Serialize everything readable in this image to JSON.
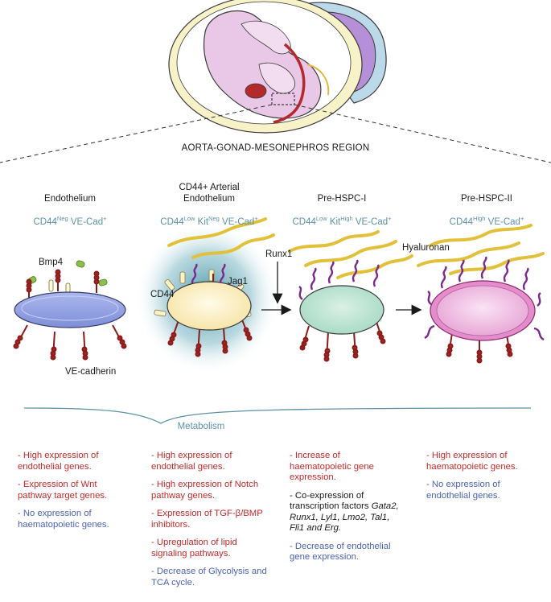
{
  "header": {
    "region": "AORTA-GONAD-MESONEPHROS REGION"
  },
  "stages": [
    {
      "title_lines": [
        "Endothelium"
      ],
      "marker": [
        {
          "t": "CD44"
        },
        {
          "t": "Neg",
          "sup": true
        },
        {
          "t": " VE-Cad"
        },
        {
          "t": "+",
          "sup": true
        }
      ]
    },
    {
      "title_lines": [
        "CD44+ Arterial",
        "Endothelium"
      ],
      "marker": [
        {
          "t": "CD44"
        },
        {
          "t": "Low",
          "sup": true
        },
        {
          "t": " Kit"
        },
        {
          "t": "Neg",
          "sup": true
        },
        {
          "t": " VE-Cad"
        },
        {
          "t": "+",
          "sup": true
        }
      ]
    },
    {
      "title_lines": [
        "Pre-HSPC-I"
      ],
      "marker": [
        {
          "t": "CD44"
        },
        {
          "t": "Low",
          "sup": true
        },
        {
          "t": " Kit"
        },
        {
          "t": "High",
          "sup": true
        },
        {
          "t": " VE-Cad"
        },
        {
          "t": "+",
          "sup": true
        }
      ]
    },
    {
      "title_lines": [
        "Pre-HSPC-II"
      ],
      "marker": [
        {
          "t": "CD44"
        },
        {
          "t": "High",
          "sup": true
        },
        {
          "t": " VE-Cad"
        },
        {
          "t": "+",
          "sup": true
        }
      ]
    }
  ],
  "labels": {
    "bmp4": "Bmp4",
    "ve_cadherin": "VE-cadherin",
    "cd44": "CD44",
    "jag1": "Jag1",
    "runx1": "Runx1",
    "hyaluronan": "Hyaluronan",
    "metabolism": "Metabolism"
  },
  "notes": [
    [
      {
        "color": "red",
        "runs": [
          {
            "t": "- High expression of endothelial genes."
          }
        ]
      },
      {
        "color": "red",
        "runs": [
          {
            "t": "- Expression of Wnt pathway target genes."
          }
        ]
      },
      {
        "color": "blue",
        "runs": [
          {
            "t": "- No expression of haematopoietic genes."
          }
        ]
      }
    ],
    [
      {
        "color": "red",
        "runs": [
          {
            "t": "- High expression of endothelial genes."
          }
        ]
      },
      {
        "color": "red",
        "runs": [
          {
            "t": "- High expression of Notch pathway genes."
          }
        ]
      },
      {
        "color": "red",
        "runs": [
          {
            "t": "- Expression of TGF-β/BMP inhibitors."
          }
        ]
      },
      {
        "color": "red",
        "runs": [
          {
            "t": "- Upregulation of lipid signaling pathways."
          }
        ]
      },
      {
        "color": "blue",
        "runs": [
          {
            "t": "- Decrease of Glycolysis and TCA cycle."
          }
        ]
      }
    ],
    [
      {
        "color": "red",
        "runs": [
          {
            "t": "- Increase of haematopoietic gene expression."
          }
        ]
      },
      {
        "color": "blk",
        "runs": [
          {
            "t": "- Co-expression of transcription factors "
          },
          {
            "t": "Gata2, Runx1, Lyl1, Lmo2, Tal1, Fli1 and Erg.",
            "i": true
          }
        ]
      },
      {
        "color": "blue",
        "runs": [
          {
            "t": "- Decrease of endothelial gene expression."
          }
        ]
      }
    ],
    [
      {
        "color": "red",
        "runs": [
          {
            "t": "- High expression of haematopoietic genes."
          }
        ]
      },
      {
        "color": "blue",
        "runs": [
          {
            "t": "- No expression of endothelial genes."
          }
        ]
      }
    ]
  ],
  "colors": {
    "accent_teal": "#5b93a6",
    "positive_text": "#c62a2a",
    "negative_text": "#4a63b5",
    "receptor": "#8a1c1c",
    "cd44_protein": "#7b2a8c",
    "hyaluronan": "#e2c13a",
    "bmp4": "#8cc04a"
  }
}
